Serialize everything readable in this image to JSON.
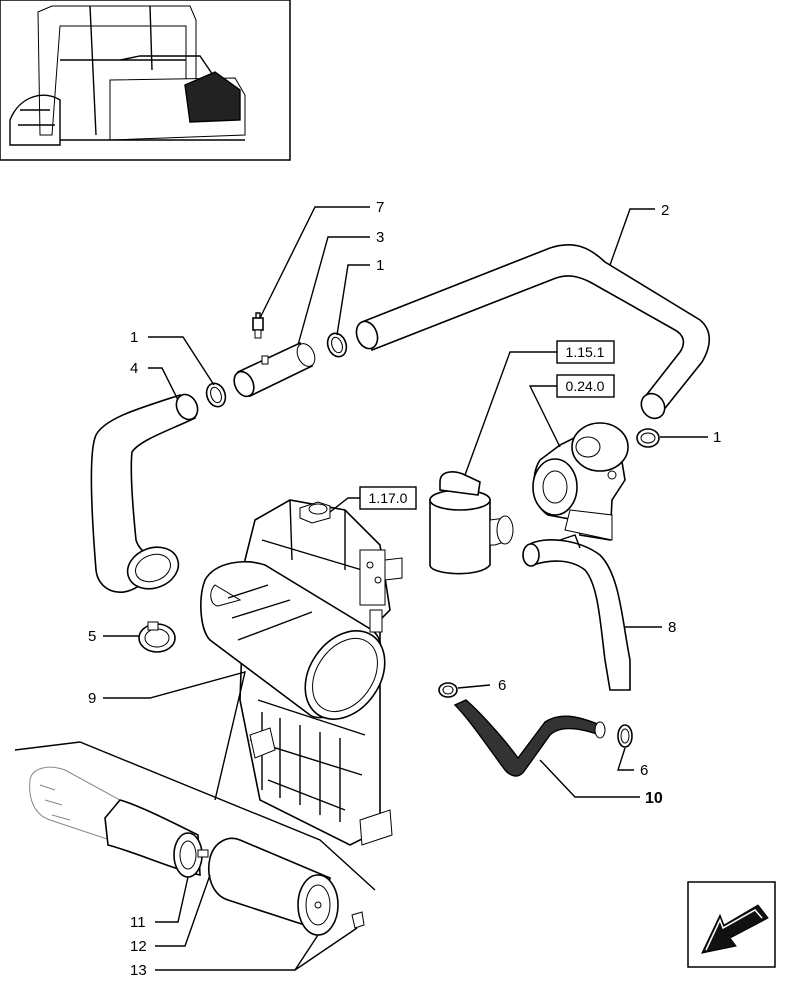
{
  "callouts": {
    "c1": "1",
    "c2": "2",
    "c3": "3",
    "c4": "4",
    "c5": "5",
    "c6": "6",
    "c7": "7",
    "c8": "8",
    "c9": "9",
    "c10": "10",
    "c11": "11",
    "c12": "12",
    "c13": "13"
  },
  "refs": {
    "r1": "1.15.1",
    "r2": "0.24.0",
    "r3": "1.17.0"
  },
  "icons": {
    "thumbnail": "tractor-thumbnail-icon",
    "nav": "arrow-back-icon"
  }
}
